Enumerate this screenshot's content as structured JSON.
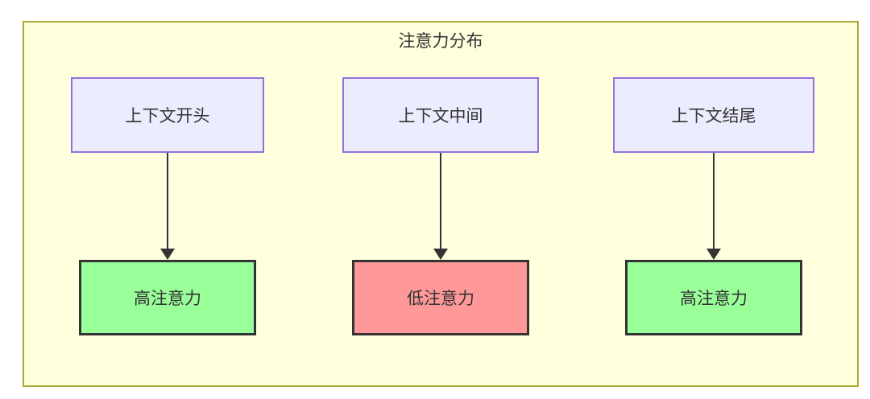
{
  "diagram": {
    "title": "注意力分布",
    "columns": [
      {
        "source": "上下文开头",
        "target": "高注意力",
        "target_type": "high"
      },
      {
        "source": "上下文中间",
        "target": "低注意力",
        "target_type": "low"
      },
      {
        "source": "上下文结尾",
        "target": "高注意力",
        "target_type": "high"
      }
    ],
    "colors": {
      "cluster_fill": "#ffffde",
      "cluster_border": "#aaaa33",
      "source_node_fill": "#ececff",
      "source_node_border": "#9370db",
      "high_attention_fill": "#99ff99",
      "low_attention_fill": "#ff9999",
      "result_node_border": "#333333",
      "arrow": "#333333",
      "text": "#333333"
    }
  }
}
